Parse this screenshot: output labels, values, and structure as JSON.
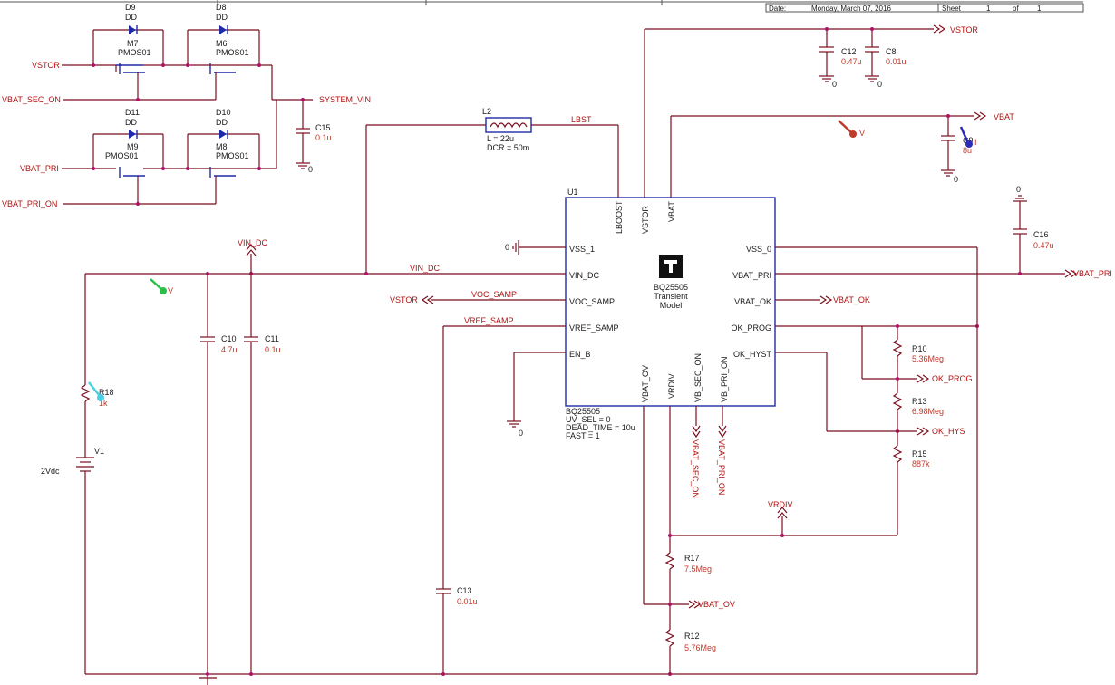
{
  "title_block": {
    "date_label": "Date:",
    "date_value": "Monday, March 07, 2016",
    "sheet_label": "Sheet",
    "sheet_num": "1",
    "of_label": "of",
    "sheet_total": "1"
  },
  "ic": {
    "refdes": "U1",
    "name": "BQ25505",
    "label_line1": "BQ25505",
    "label_line2": "Transient",
    "label_line3": "Model",
    "params": [
      "UV_SEL = 0",
      "DEAD_TIME = 10u",
      "FAST = 1"
    ],
    "pins": {
      "lboost": "LBOOST",
      "vstor": "VSTOR",
      "vbat": "VBAT",
      "vss1": "VSS_1",
      "vin_dc": "VIN_DC",
      "voc_samp": "VOC_SAMP",
      "vref_samp": "VREF_SAMP",
      "en_b": "EN_B",
      "vss0": "VSS_0",
      "vbat_pri": "VBAT_PRI",
      "vbat_ok": "VBAT_OK",
      "ok_prog": "OK_PROG",
      "ok_hyst": "OK_HYST",
      "vbat_ov": "VBAT_OV",
      "vrdiv": "VRDIV",
      "vb_sec_on": "VB_SEC_ON",
      "vb_pri_on": "VB_PRI_ON"
    }
  },
  "switches": {
    "d9": "D9",
    "d8": "D8",
    "d11": "D11",
    "d10": "D10",
    "diode_model": "DD",
    "m7": "M7",
    "m6": "M6",
    "m9": "M9",
    "m8": "M8",
    "mos_model": "PMOS01"
  },
  "inductor": {
    "refdes": "L2",
    "value": "L = 22u",
    "dcr": "DCR = 50m"
  },
  "caps": {
    "c15": {
      "refdes": "C15",
      "value": "0.1u"
    },
    "c12": {
      "refdes": "C12",
      "value": "0.47u"
    },
    "c8": {
      "refdes": "C8",
      "value": "0.01u"
    },
    "c9": {
      "refdes": "C9",
      "value": "8u"
    },
    "c16": {
      "refdes": "C16",
      "value": "0.47u"
    },
    "c10": {
      "refdes": "C10",
      "value": "4.7u"
    },
    "c11": {
      "refdes": "C11",
      "value": "0.1u"
    },
    "c13": {
      "refdes": "C13",
      "value": "0.01u"
    }
  },
  "resistors": {
    "r10": {
      "refdes": "R10",
      "value": "5.36Meg"
    },
    "r13": {
      "refdes": "R13",
      "value": "6.98Meg"
    },
    "r15": {
      "refdes": "R15",
      "value": "887k"
    },
    "r17": {
      "refdes": "R17",
      "value": "7.5Meg"
    },
    "r12": {
      "refdes": "R12",
      "value": "5.76Meg"
    },
    "r18": {
      "refdes": "R18",
      "value": "1k"
    }
  },
  "source": {
    "refdes": "V1",
    "value": "2Vdc"
  },
  "nets": {
    "vstor": "VSTOR",
    "vbat_sec_on": "VBAT_SEC_ON",
    "system_vin": "SYSTEM_VIN",
    "vbat_pri": "VBAT_PRI",
    "vbat_pri_on": "VBAT_PRI_ON",
    "lbst": "LBST",
    "vbat": "VBAT",
    "vin_dc": "VIN_DC",
    "voc_samp": "VOC_SAMP",
    "vref_samp": "VREF_SAMP",
    "vbat_ok": "VBAT_OK",
    "ok_prog": "OK_PROG",
    "ok_hys": "OK_HYS",
    "vrdiv": "VRDIV",
    "vbat_ov": "VBAT_OV",
    "vbat_sec_on_v": "VBAT_SEC_ON",
    "vbat_pri_on_v": "VBAT_PRI_ON",
    "gnd": "0",
    "vss1_gnd": "0"
  },
  "probe": {
    "v_label": "V",
    "i_label": "I"
  },
  "colors": {
    "wire": "#7b0f1e",
    "net": "#b01212",
    "body": "#1f2aa8",
    "junction": "#b0106a"
  }
}
